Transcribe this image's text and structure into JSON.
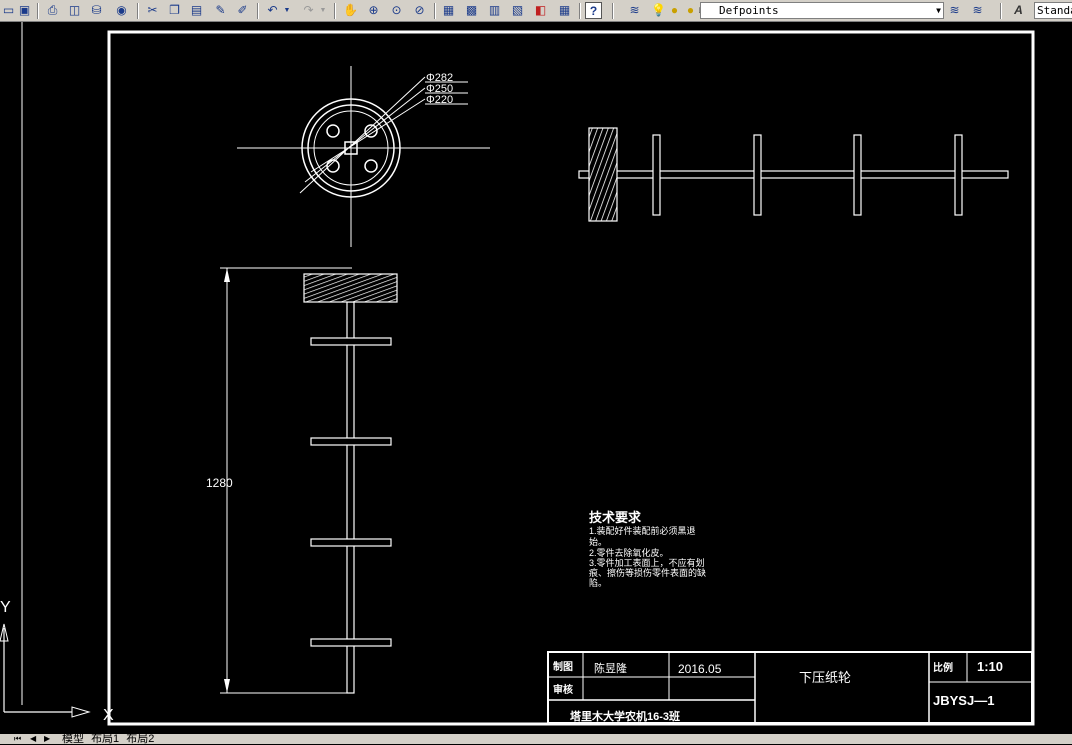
{
  "toolbar": {
    "layer_name": "Defpoints",
    "text_style": "Standa",
    "icons": [
      "new-icon",
      "save-icon",
      "print-icon",
      "print-preview-icon",
      "publish-icon",
      "plot-icon",
      "cut-icon",
      "copy-icon",
      "paste-icon",
      "match-properties-icon",
      "block-editor-icon",
      "undo-icon",
      "redo-icon",
      "pan-icon",
      "zoom-realtime-icon",
      "zoom-window-icon",
      "zoom-previous-icon",
      "properties-icon",
      "design-center-icon",
      "tool-palettes-icon",
      "sheet-set-icon",
      "markup-icon",
      "calculator-icon",
      "help-icon",
      "layer-manager-icon",
      "layer-on-icon",
      "layer-freeze-icon",
      "layer-lock-icon",
      "layer-color-icon",
      "make-current-icon",
      "layer-previous-icon",
      "text-style-icon"
    ]
  },
  "drawing": {
    "dia_1": "Φ282",
    "dia_2": "Φ250",
    "dia_3": "Φ220",
    "length_dim": "1280",
    "tech_title": "技术要求",
    "tech_line1": "1.装配好件装配前必须黑退",
    "tech_line2": "始。",
    "tech_line3": "2.零件去除氧化皮。",
    "tech_line4": "3.零件加工表面上，不应有划",
    "tech_line5": "痕、擦伤等损伤零件表面的缺",
    "tech_line6": "陷。"
  },
  "title_block": {
    "drawn_label": "制图",
    "drawn_by": "陈昱隆",
    "date": "2016.05",
    "check_label": "审核",
    "part_name": "下压纸轮",
    "scale_label": "比例",
    "scale_value": "1:10",
    "drawing_no": "JBYSJ—1",
    "school": "塔里木大学农机16-3班"
  },
  "ucs": {
    "y_label": "Y",
    "x_label": "X"
  },
  "tabs": [
    "模型",
    "布局1",
    "布局2"
  ],
  "colors": {
    "background": "#000000",
    "lines": "#ffffff",
    "toolbar": "#d4d0c8"
  }
}
